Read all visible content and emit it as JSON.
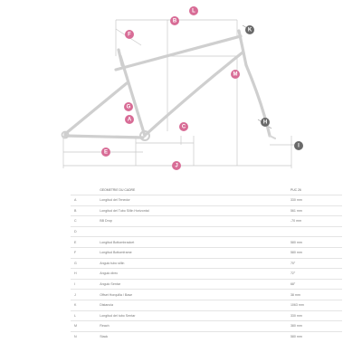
{
  "markers": [
    {
      "id": "L",
      "color": "#d86c96"
    },
    {
      "id": "B",
      "color": "#d86c96"
    },
    {
      "id": "F",
      "color": "#d86c96"
    },
    {
      "id": "K",
      "color": "#6a6a6a"
    },
    {
      "id": "M",
      "color": "#d86c96"
    },
    {
      "id": "G",
      "color": "#d86c96"
    },
    {
      "id": "A",
      "color": "#d86c96"
    },
    {
      "id": "C",
      "color": "#d86c96"
    },
    {
      "id": "H",
      "color": "#6a6a6a"
    },
    {
      "id": "E",
      "color": "#d86c96"
    },
    {
      "id": "J",
      "color": "#d86c96"
    },
    {
      "id": "I",
      "color": "#6a6a6a"
    }
  ],
  "table": {
    "headers": [
      "",
      "GEOMETRIE DU CADRE",
      "",
      "PUC 26"
    ],
    "rows": [
      {
        "key": "A",
        "label": "Longitud del Tenedor",
        "value": "330 mm"
      },
      {
        "key": "B",
        "label": "Longitud del Tubo Sillin Horizontal",
        "value": "561 mm"
      },
      {
        "key": "C",
        "label": "BB Drop",
        "value": "-70 mm"
      },
      {
        "key": "D",
        "label": "",
        "value": ""
      },
      {
        "key": "E",
        "label": "Longitud Bottombracket",
        "value": "580 mm"
      },
      {
        "key": "F",
        "label": "Longitud Bottomframe",
        "value": "580 mm"
      },
      {
        "key": "G",
        "label": "Angulo tubo sillin",
        "value": "70°"
      },
      {
        "key": "H",
        "label": "Angulo direc",
        "value": "72°"
      },
      {
        "key": "I",
        "label": "Angulo Sentar",
        "value": "68°"
      },
      {
        "key": "J",
        "label": "Offset Horquilla / Base",
        "value": "38 mm"
      },
      {
        "key": "K",
        "label": "Distancia",
        "value": "1063 mm"
      },
      {
        "key": "L",
        "label": "Longitud del tubo Sentar",
        "value": "330 mm"
      },
      {
        "key": "M",
        "label": "Reach",
        "value": "380 mm"
      },
      {
        "key": "N",
        "label": "Stack",
        "value": "580 mm"
      }
    ]
  }
}
